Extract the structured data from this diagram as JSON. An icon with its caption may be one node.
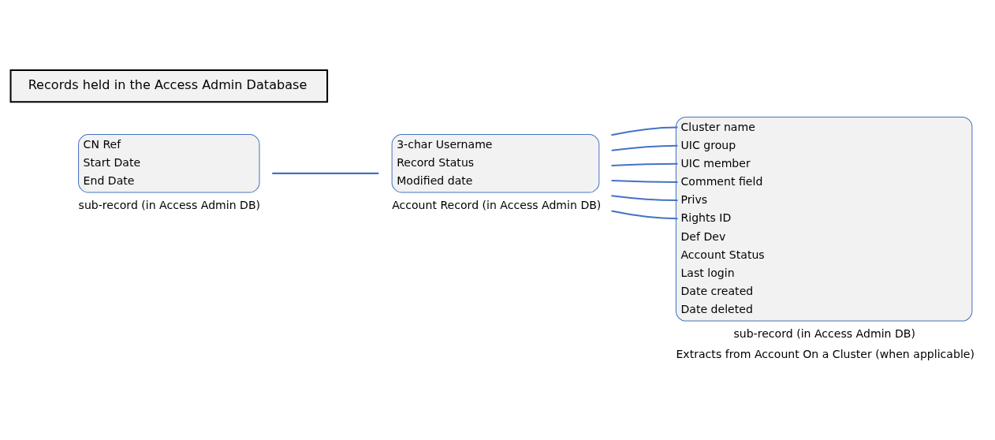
{
  "diagram": {
    "nodes": [
      {
        "text": [
          "CN Ref",
          "Start Date",
          "End Date"
        ],
        "beside": [
          "sub-record (in Access Admin DB)"
        ]
      },
      {
        "text": [
          "3-char Username",
          "Record Status",
          "Modified date"
        ],
        "beside": [
          "Account Record (in Access Admin DB)"
        ]
      },
      {
        "text": [
          "Cluster name",
          "UIC group",
          "UIC member",
          "Comment field",
          "Privs",
          "Rights ID",
          "Def Dev",
          "Account Status",
          "Last login",
          "Date created",
          "Date deleted"
        ],
        "beside": [
          "sub-record (in Access Admin DB)",
          "Extracts from Account On a Cluster (when applicable)"
        ]
      },
      {
        "text": [
          "Records held in the Access Admin Database"
        ]
      }
    ],
    "edges": [
      {
        "from": 0,
        "to": 1,
        "arrow": "none"
      },
      {
        "from": 1,
        "to": 2,
        "arrow": "none"
      },
      {
        "from": 1,
        "to": 2,
        "arrow": "none"
      },
      {
        "from": 1,
        "to": 2,
        "arrow": "none"
      },
      {
        "from": 1,
        "to": 2,
        "arrow": "none"
      },
      {
        "from": 1,
        "to": 2,
        "arrow": "none"
      },
      {
        "from": 1,
        "to": 2,
        "arrow": "none"
      }
    ]
  }
}
